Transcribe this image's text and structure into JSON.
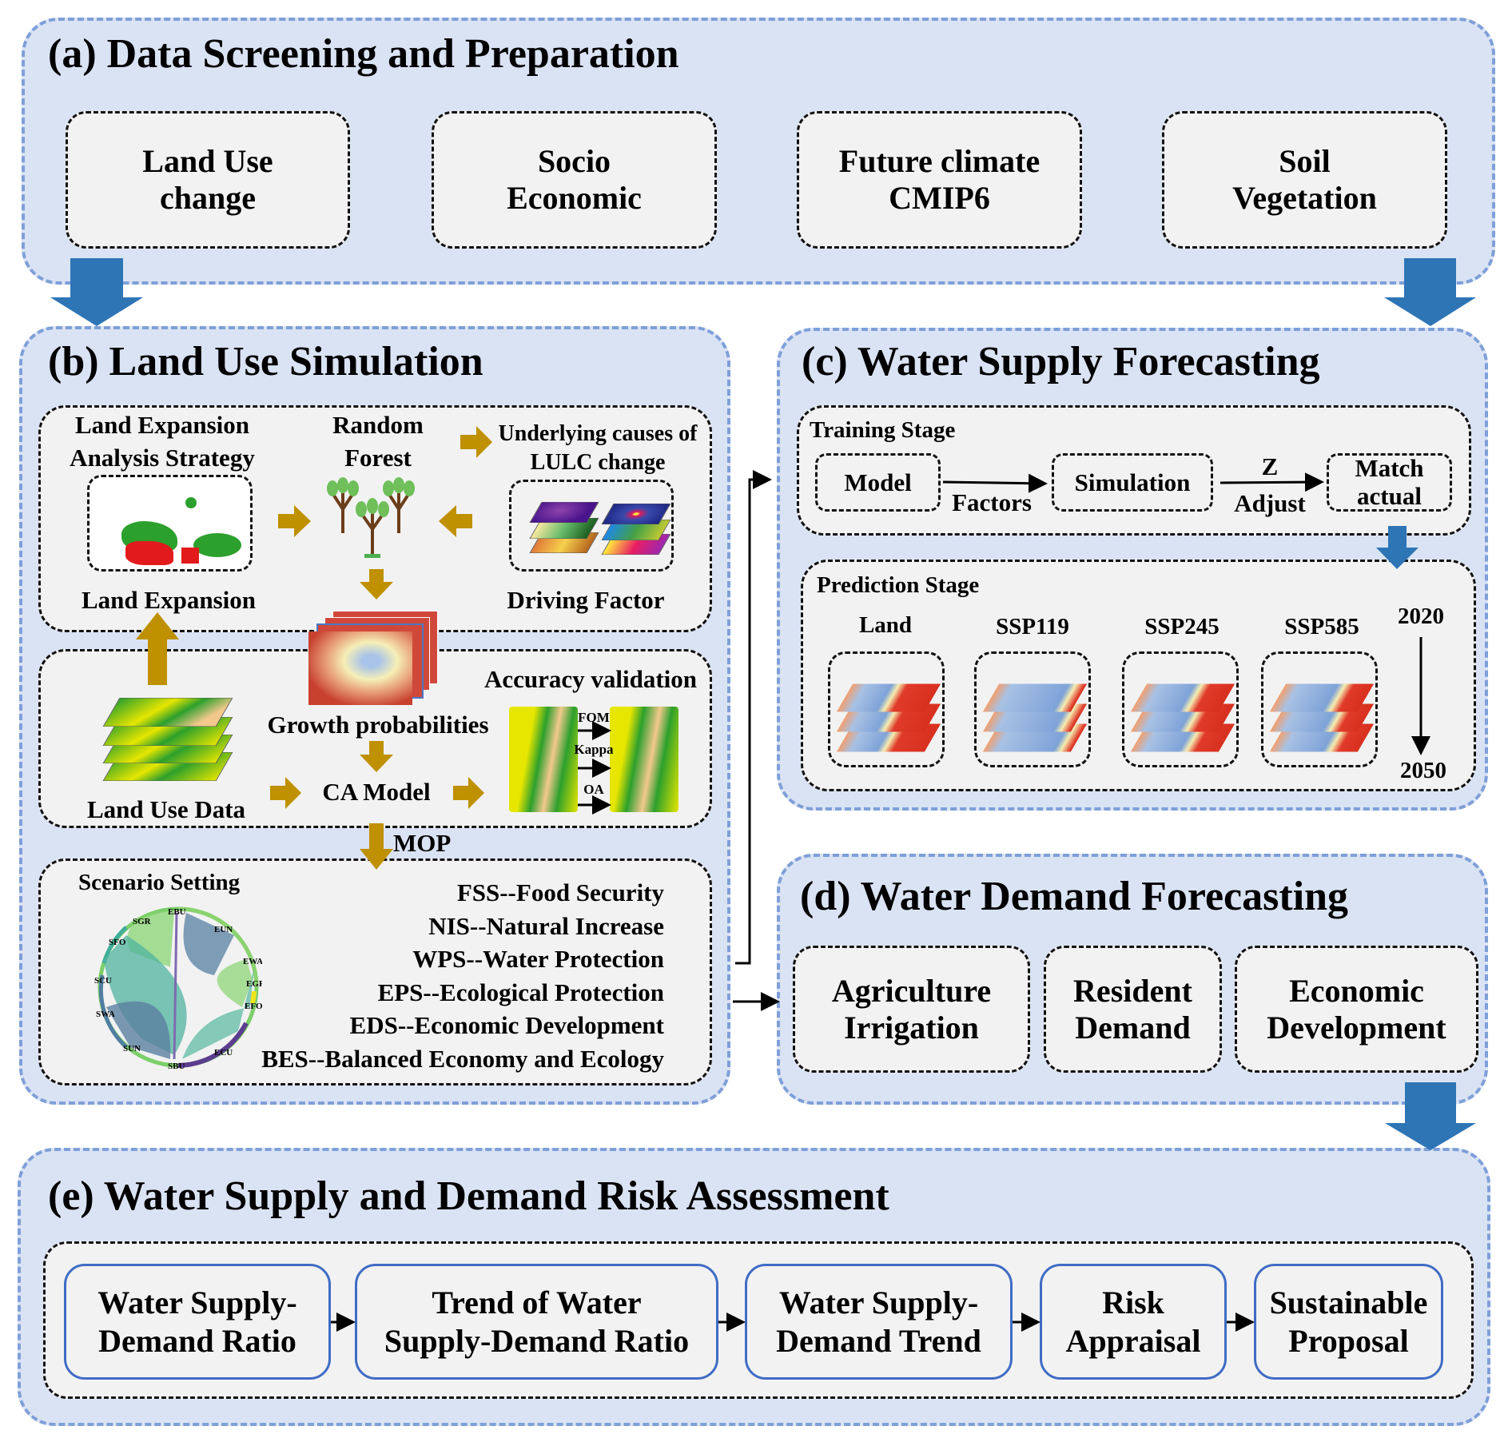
{
  "panel_a": {
    "title": "(a) Data Screening and Preparation",
    "boxes": [
      {
        "line1": "Land Use",
        "line2": "change"
      },
      {
        "line1": "Socio",
        "line2": "Economic"
      },
      {
        "line1": "Future climate",
        "line2": "CMIP6"
      },
      {
        "line1": "Soil",
        "line2": "Vegetation"
      }
    ]
  },
  "panel_b": {
    "title": "(b) Land Use Simulation",
    "strategy_line1": "Land Expansion",
    "strategy_line2": "Analysis Strategy",
    "rf_line1": "Random",
    "rf_line2": "Forest",
    "causes_line1": "Underlying causes of",
    "causes_line2": "LULC change",
    "land_expansion": "Land Expansion",
    "driving_factor": "Driving Factor",
    "accuracy_validation": "Accuracy validation",
    "growth_probabilities": "Growth probabilities",
    "ca_model": "CA Model",
    "land_use_data": "Land Use Data",
    "metrics": [
      "FOM",
      "Kappa",
      "OA"
    ],
    "mop": "MOP",
    "scenario_setting": "Scenario Setting",
    "chord_labels": [
      "EBU",
      "EUN",
      "EWA",
      "EGR",
      "EFO",
      "ECU",
      "SBU",
      "SUN",
      "SWA",
      "SCU",
      "SFO",
      "SGR"
    ],
    "scenarios": [
      "FSS--Food Security",
      "NIS--Natural Increase",
      "WPS--Water Protection",
      "EPS--Ecological Protection",
      "EDS--Economic Development",
      "BES--Balanced Economy and Ecology"
    ]
  },
  "panel_c": {
    "title": "(c) Water Supply Forecasting",
    "training_stage": "Training Stage",
    "model": "Model",
    "factors": "Factors",
    "simulation": "Simulation",
    "z": "Z",
    "adjust": "Adjust",
    "match_line1": "Match",
    "match_line2": "actual",
    "prediction_stage": "Prediction Stage",
    "maps": [
      "Land",
      "SSP119",
      "SSP245",
      "SSP585"
    ],
    "year_start": "2020",
    "year_end": "2050"
  },
  "panel_d": {
    "title": "(d) Water Demand Forecasting",
    "boxes": [
      {
        "line1": "Agriculture",
        "line2": "Irrigation"
      },
      {
        "line1": "Resident",
        "line2": "Demand"
      },
      {
        "line1": "Economic",
        "line2": "Development"
      }
    ]
  },
  "panel_e": {
    "title": "(e) Water Supply and Demand Risk Assessment",
    "boxes": [
      {
        "line1": "Water Supply-",
        "line2": "Demand Ratio"
      },
      {
        "line1": "Trend of Water",
        "line2": "Supply-Demand Ratio"
      },
      {
        "line1": "Water Supply-",
        "line2": "Demand Trend"
      },
      {
        "line1": "Risk",
        "line2": "Appraisal"
      },
      {
        "line1": "Sustainable",
        "line2": "Proposal"
      }
    ]
  },
  "colors": {
    "panel_fill": "#dae3f4",
    "panel_border": "#7f9fd8",
    "flow_arrow_blue": "#2e75b6",
    "process_arrow_gold": "#bf9000",
    "box_fill": "#f2f2f2",
    "solid_box_border": "#3f6cc4"
  }
}
